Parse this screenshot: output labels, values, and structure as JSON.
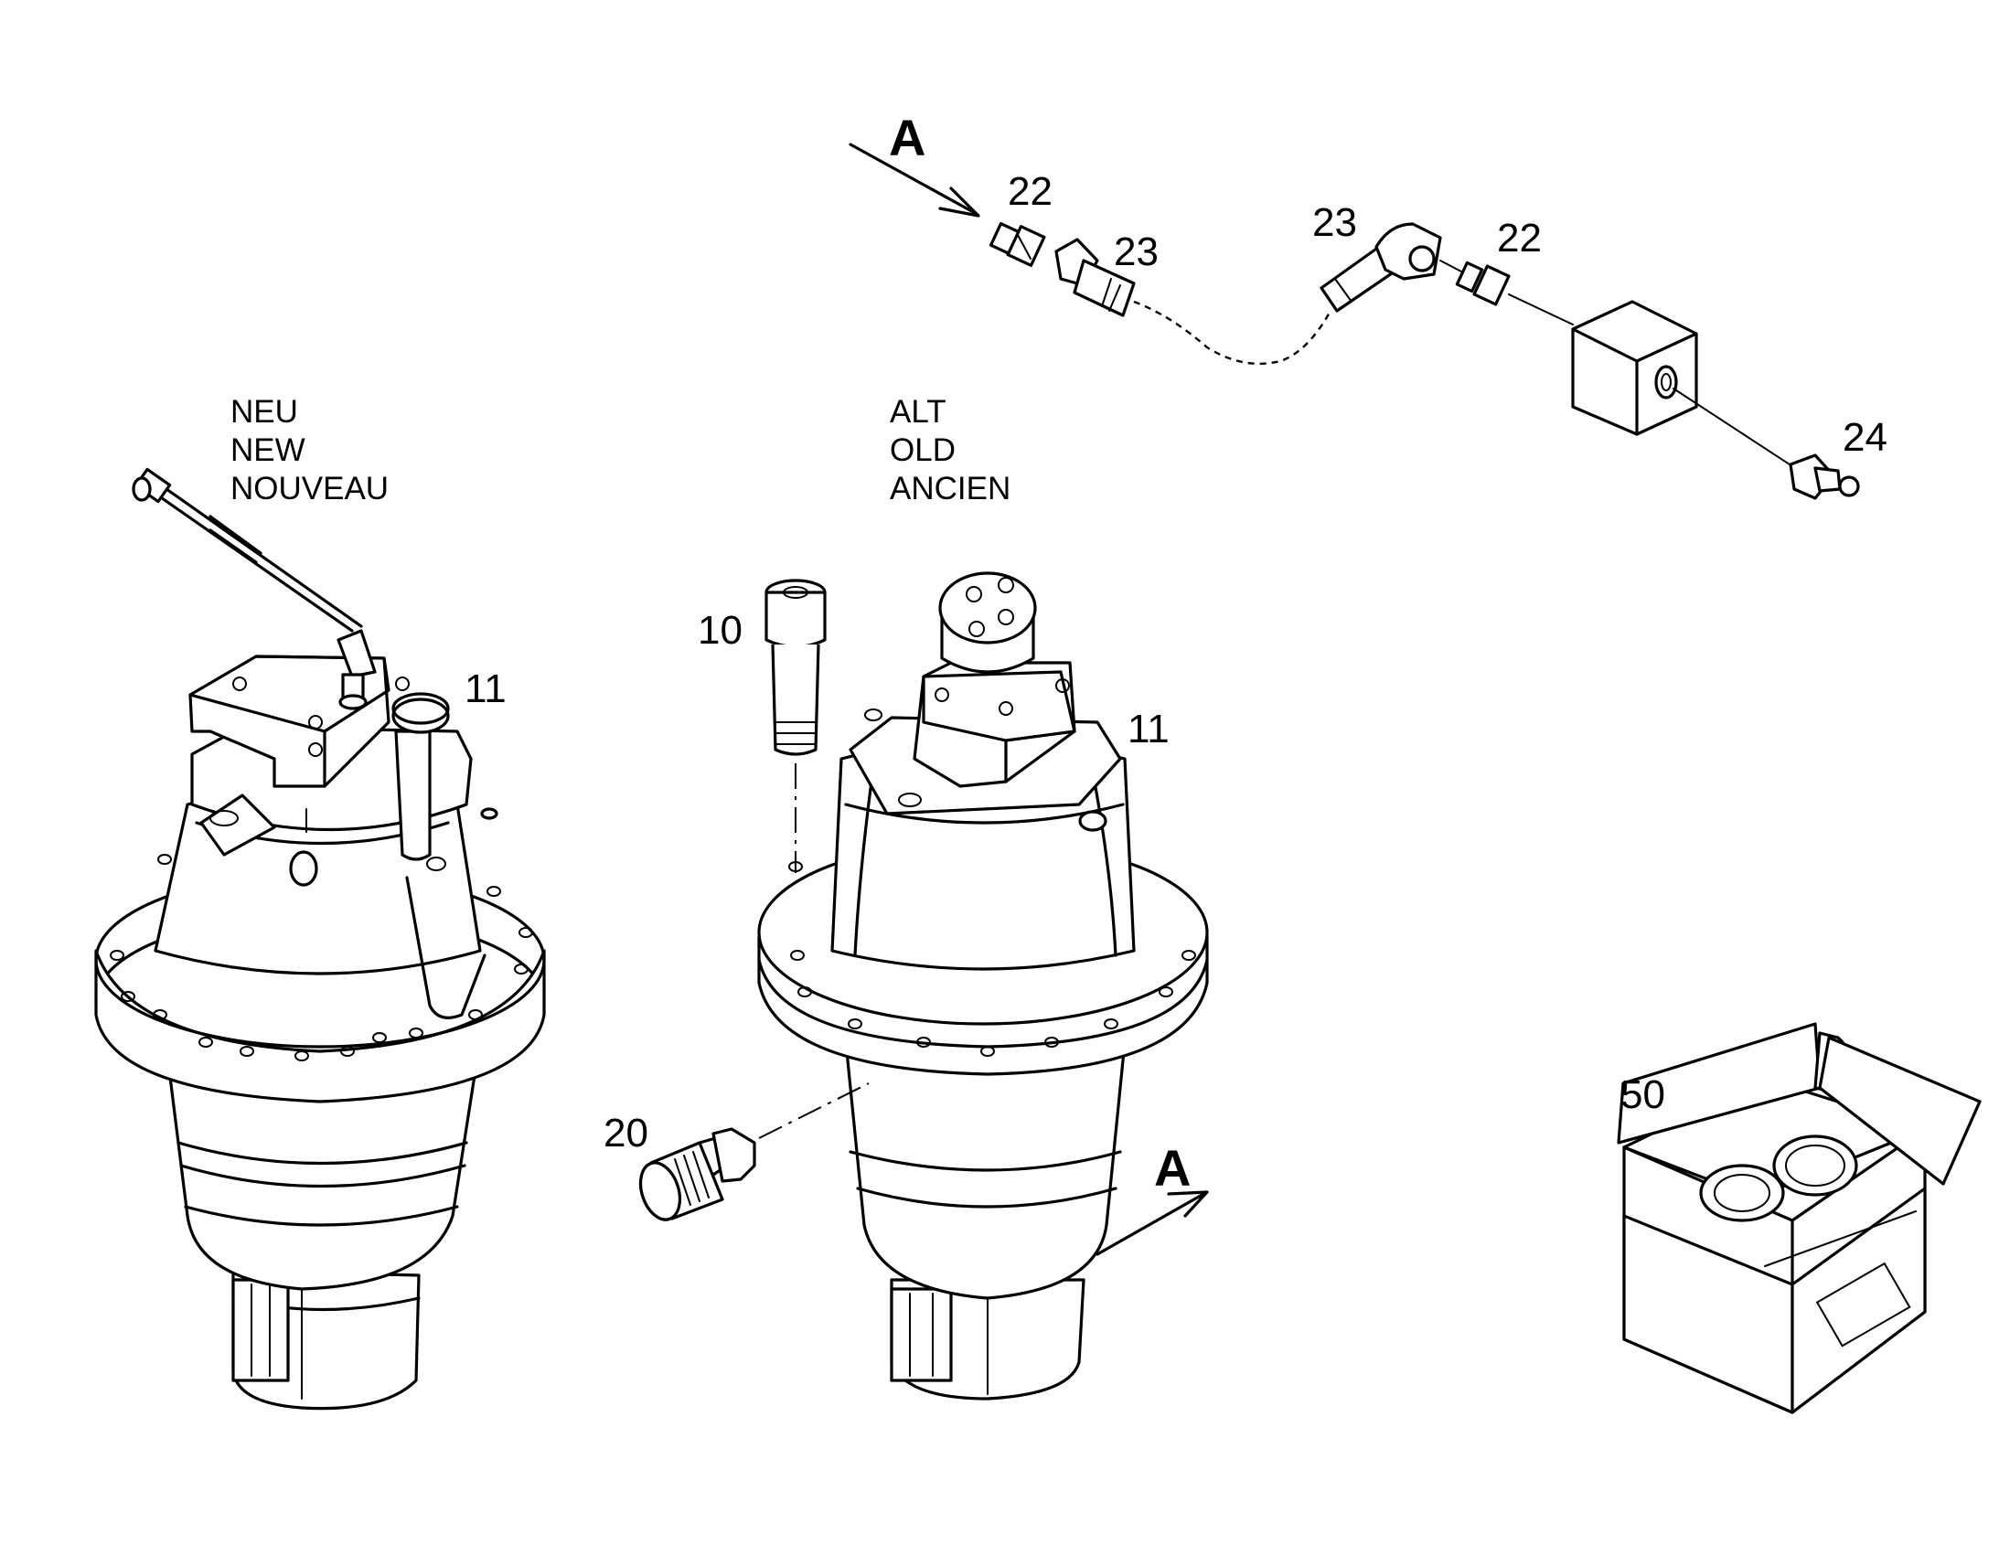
{
  "labels": {
    "variant_new": [
      "NEU",
      "NEW",
      "NOUVEAU"
    ],
    "variant_old": [
      "ALT",
      "OLD",
      "ANCIEN"
    ],
    "view_arrow_top": "A",
    "view_arrow_bottom": "A",
    "item_11_new": "11",
    "item_11_old": "11",
    "item_10": "10",
    "item_20": "20",
    "item_22_left": "22",
    "item_23_left": "23",
    "item_23_right": "23",
    "item_22_right": "22",
    "item_24": "24",
    "item_50": "50"
  }
}
